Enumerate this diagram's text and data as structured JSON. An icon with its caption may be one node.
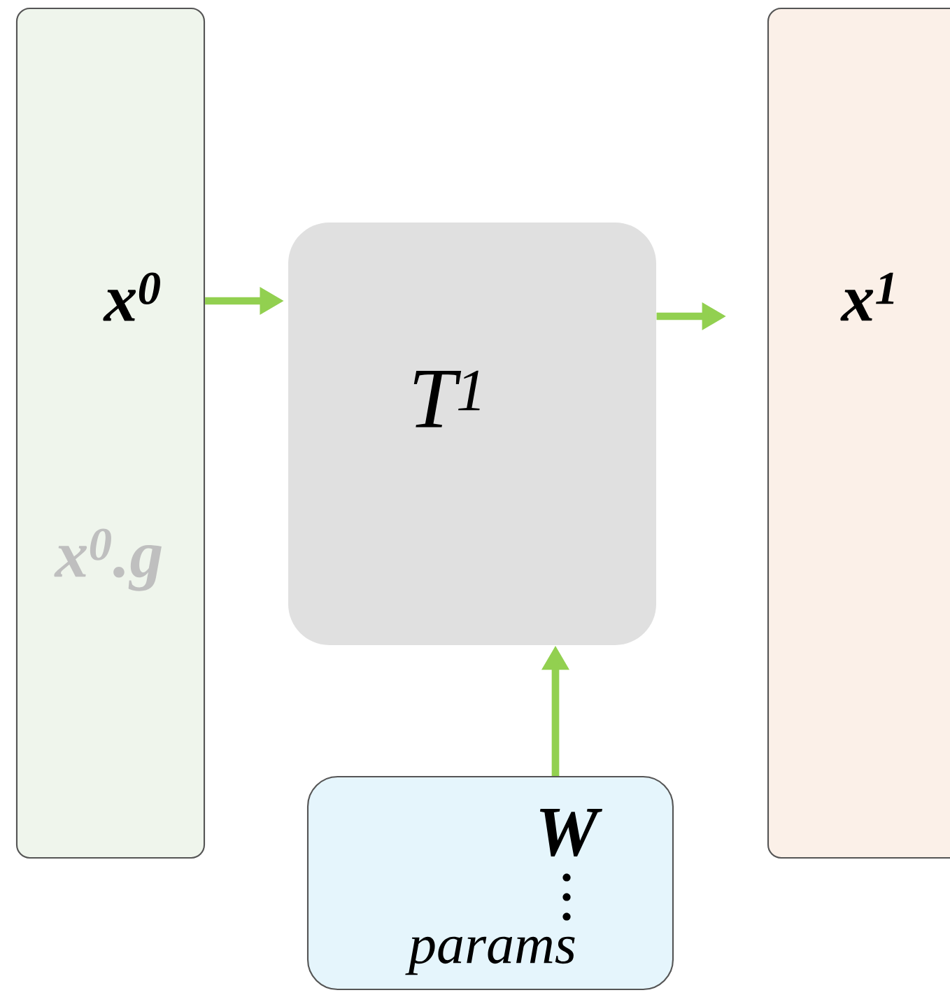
{
  "diagram": {
    "nodes": [
      {
        "text": [
          "x$^{0}$",
          "x$^{0}$.g"
        ]
      },
      {
        "text": [
          "T$^{1}$"
        ]
      },
      {
        "text": [
          "x$^{1}$"
        ]
      },
      {
        "text": [
          "W",
          "params"
        ]
      }
    ],
    "edges": [
      {
        "from": 0,
        "to": 1,
        "arrow": "to"
      },
      {
        "from": 1,
        "to": 2,
        "arrow": "to"
      },
      {
        "from": 3,
        "to": 1,
        "arrow": "to"
      }
    ]
  }
}
